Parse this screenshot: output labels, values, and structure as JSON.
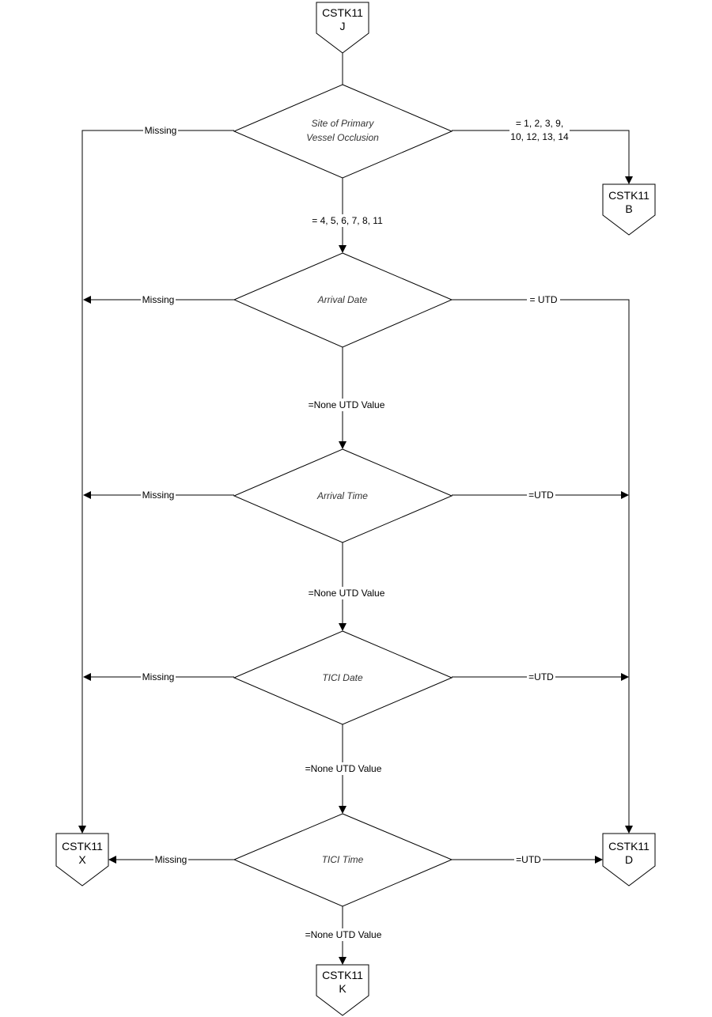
{
  "connectors": {
    "start": {
      "line1": "CSTK11",
      "line2": "J"
    },
    "b": {
      "line1": "CSTK11",
      "line2": "B"
    },
    "x": {
      "line1": "CSTK11",
      "line2": "X"
    },
    "d": {
      "line1": "CSTK11",
      "line2": "D"
    },
    "k": {
      "line1": "CSTK11",
      "line2": "K"
    }
  },
  "decisions": {
    "site": {
      "line1": "Site of Primary",
      "line2": "Vessel Occlusion"
    },
    "arrival_date": {
      "label": "Arrival Date"
    },
    "arrival_time": {
      "label": "Arrival Time"
    },
    "tici_date": {
      "label": "TICI Date"
    },
    "tici_time": {
      "label": "TICI Time"
    }
  },
  "labels": {
    "site_missing": "Missing",
    "site_right_line1": "= 1, 2, 3, 9,",
    "site_right_line2": "10, 12, 13, 14",
    "site_down": "= 4, 5, 6, 7, 8, 11",
    "ad_missing": "Missing",
    "ad_utd": "= UTD",
    "ad_down": "=None UTD Value",
    "at_missing": "Missing",
    "at_utd": "=UTD",
    "at_down": "=None UTD Value",
    "td_missing": "Missing",
    "td_utd": "=UTD",
    "td_down": "=None UTD Value",
    "tt_missing": "Missing",
    "tt_utd": "=UTD",
    "tt_down": "=None UTD Value"
  }
}
